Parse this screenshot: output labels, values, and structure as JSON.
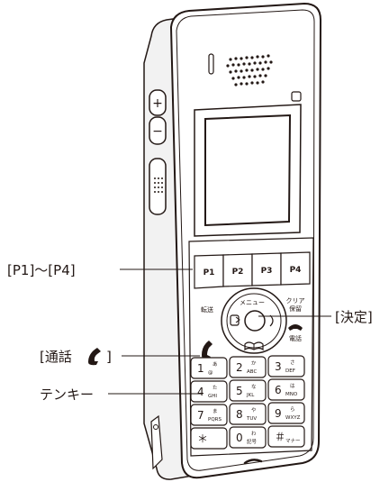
{
  "callouts": {
    "p1p4": "[P1]～[P4]",
    "kettei": "[決定]",
    "tsuwa": "[通話",
    "tenkey": "テンキー"
  },
  "softkeys": [
    "P1",
    "P2",
    "P3",
    "P4"
  ],
  "buttons": {
    "tensou": "転送",
    "menu": "メニュー",
    "clear": "クリア",
    "hold": "保留",
    "denwacho": "電話"
  },
  "keypad": [
    {
      "num": "1",
      "sub": "あ",
      "sub2": "@"
    },
    {
      "num": "2",
      "sub": "か",
      "sub2": "ABC"
    },
    {
      "num": "3",
      "sub": "さ",
      "sub2": "DEF"
    },
    {
      "num": "4",
      "sub": "た",
      "sub2": "GHI"
    },
    {
      "num": "5",
      "sub": "な",
      "sub2": "JKL"
    },
    {
      "num": "6",
      "sub": "は",
      "sub2": "MNO"
    },
    {
      "num": "7",
      "sub": "ま",
      "sub2": "PQRS"
    },
    {
      "num": "8",
      "sub": "や",
      "sub2": "TUV"
    },
    {
      "num": "9",
      "sub": "ら",
      "sub2": "WXYZ"
    },
    {
      "num": "＊",
      "sub": "",
      "sub2": ""
    },
    {
      "num": "0",
      "sub": "わ",
      "sub2": "記号"
    },
    {
      "num": "＃",
      "sub": "",
      "sub2": "マナー"
    }
  ]
}
